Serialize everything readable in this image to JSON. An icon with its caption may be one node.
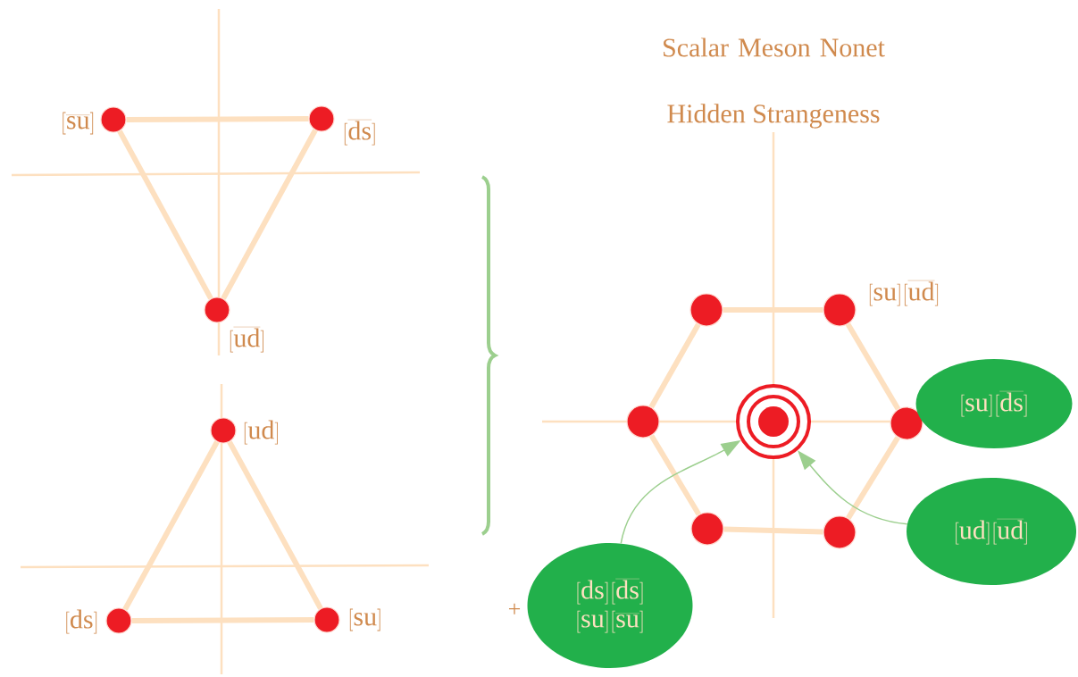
{
  "diagram": {
    "title": "Scalar Meson Nonet",
    "nodes": [
      {
        "text": [],
        "shape": "circle",
        "beside": [
          "[\\overline{\\mathrm{su}}]"
        ]
      },
      {
        "text": [],
        "shape": "circle",
        "beside": [
          "[\\overline{\\mathrm{ds}}]"
        ]
      },
      {
        "text": [],
        "shape": "circle",
        "beside": [
          "[\\overline{\\mathrm{ud}}]"
        ]
      },
      {
        "text": [],
        "shape": "circle",
        "beside": [
          "[\\mathrm{ud}]"
        ]
      },
      {
        "text": [],
        "shape": "circle",
        "beside": [
          "[\\mathrm{ds}]"
        ]
      },
      {
        "text": [],
        "shape": "circle",
        "beside": [
          "[\\mathrm{su}]"
        ]
      },
      {
        "text": [],
        "shape": "circle"
      },
      {
        "text": [],
        "shape": "circle",
        "beside": [
          "[\\mathrm{su}][\\overline{\\mathrm{ud}}]"
        ]
      },
      {
        "text": [],
        "shape": "circle"
      },
      {
        "text": [],
        "shape": "circle"
      },
      {
        "text": [],
        "shape": "circle"
      },
      {
        "text": [],
        "shape": "circle"
      },
      {
        "text": [],
        "shape": "circle"
      },
      {
        "text": [
          "[\\mathrm{su}][\\overline{\\mathrm{ds}}]"
        ]
      },
      {
        "text": [
          "[\\mathrm{ud}][\\overline{\\mathrm{ud}}]"
        ]
      },
      {
        "text": [
          "[\\mathrm{ds}][\\overline{\\mathrm{ds}}]",
          "[\\mathrm{su}][\\overline{\\mathrm{su}}]"
        ]
      }
    ],
    "edges": [
      {
        "from": 0,
        "to": 1,
        "arrow": "none"
      },
      {
        "from": 1,
        "to": 2,
        "arrow": "none"
      },
      {
        "from": 2,
        "to": 0,
        "arrow": "none"
      },
      {
        "from": 3,
        "to": 4,
        "arrow": "none"
      },
      {
        "from": 4,
        "to": 5,
        "arrow": "none"
      },
      {
        "from": 5,
        "to": 3,
        "arrow": "none"
      },
      {
        "from": 6,
        "to": 7,
        "arrow": "none"
      },
      {
        "from": 7,
        "to": 10,
        "arrow": "none"
      },
      {
        "from": 10,
        "to": 12,
        "arrow": "none"
      },
      {
        "from": 12,
        "to": 11,
        "arrow": "none"
      },
      {
        "from": 11,
        "to": 8,
        "arrow": "none"
      },
      {
        "from": 8,
        "to": 6,
        "arrow": "none"
      },
      {
        "from": 15,
        "to": 9,
        "arrow": "to",
        "color": "#9ccf8e"
      },
      {
        "from": 14,
        "to": 9,
        "arrow": "to",
        "color": "#9ccf8e"
      }
    ],
    "labels": [
      "Hidden Strangeness",
      "+"
    ]
  }
}
